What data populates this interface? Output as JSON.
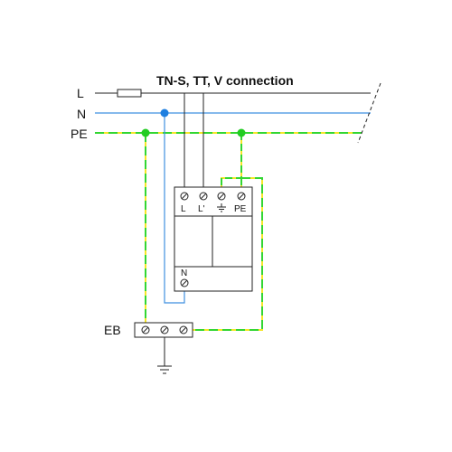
{
  "title": "TN-S, TT, V connection",
  "lines": {
    "l": "L",
    "n": "N",
    "pe": "PE"
  },
  "device": {
    "terminals": {
      "l": "L",
      "l_prime": "L'",
      "pe": "PE",
      "n": "N"
    }
  },
  "bar": {
    "label": "EB"
  },
  "colors": {
    "wire": "#222222",
    "neutral": "#3f8fe0",
    "pe_yellow": "#f5e629",
    "pe_green": "#33d633",
    "pe_dot": "#22cc22",
    "n_dot": "#1e7fe0"
  }
}
